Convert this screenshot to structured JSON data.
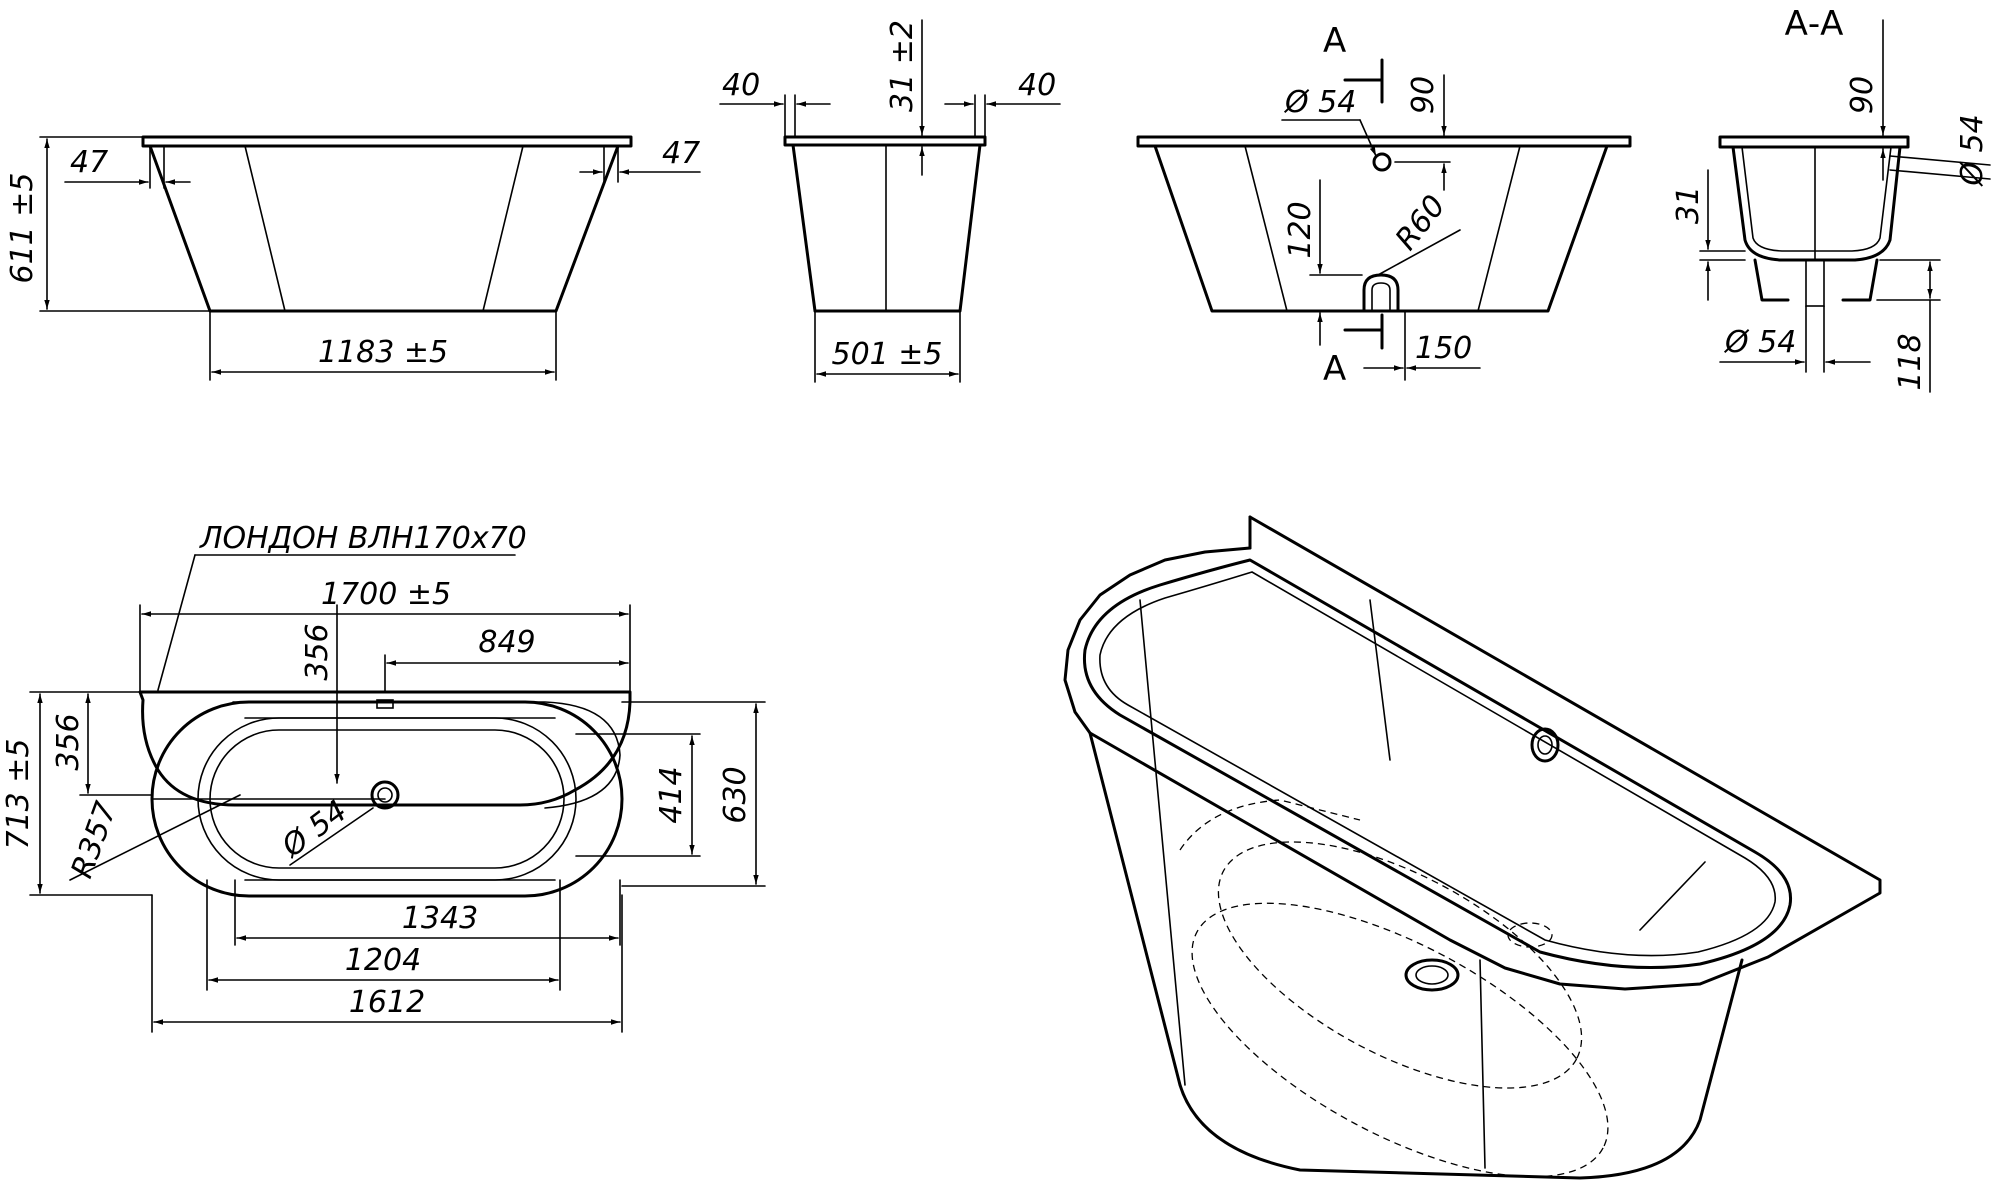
{
  "product_label": "ЛОНДОН ВЛН170х70",
  "section_label": "А-А",
  "section_mark_top": "А",
  "section_mark_bottom": "А",
  "front_view": {
    "height": "611 ±5",
    "wall_left": "47",
    "wall_right": "47",
    "base_length": "1183 ±5"
  },
  "side_view": {
    "rim_left": "40",
    "rim_right": "40",
    "rim_thickness": "31 ±2",
    "base_width": "501 ±5"
  },
  "back_view": {
    "overflow_diameter": "Ø 54",
    "overflow_depth": "90",
    "drain_height": "120",
    "drain_radius": "R60",
    "drain_offset": "150"
  },
  "section_view": {
    "overflow_depth": "90",
    "overflow_diameter": "Ø 54",
    "bottom_thickness": "31",
    "drain_diameter": "Ø 54",
    "foot_height": "118"
  },
  "plan_view": {
    "total_length": "1700 ±5",
    "total_width": "713 ±5",
    "drain_from_back": "356",
    "overflow_from_back": "356",
    "drain_to_end": "849",
    "inner_width": "414",
    "outer_width": "630",
    "radius": "R357",
    "drain_diameter": "Ø 54",
    "length_1343": "1343",
    "length_1204": "1204",
    "length_1612": "1612"
  }
}
